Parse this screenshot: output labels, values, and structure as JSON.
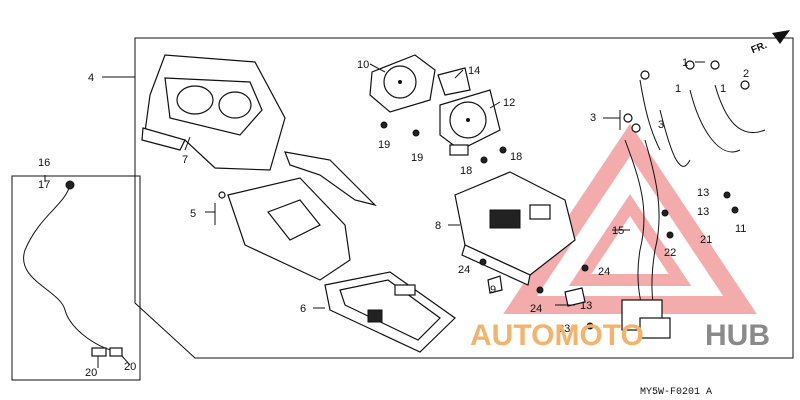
{
  "diagram": {
    "code": "MY5W-F0201 A",
    "front_label": "FR.",
    "callouts": [
      "1",
      "1",
      "1",
      "2",
      "3",
      "3",
      "4",
      "5",
      "6",
      "7",
      "8",
      "9",
      "10",
      "11",
      "12",
      "13",
      "13",
      "13",
      "14",
      "15",
      "16",
      "17",
      "18",
      "18",
      "19",
      "19",
      "20",
      "20",
      "21",
      "22",
      "23",
      "24",
      "24",
      "24"
    ]
  },
  "watermark": {
    "word_a": "AUTOMOTO",
    "word_b": "HUB",
    "color_a": "#f5b26b",
    "color_b": "#8a8a8a",
    "triangle_color": "#e54646"
  }
}
